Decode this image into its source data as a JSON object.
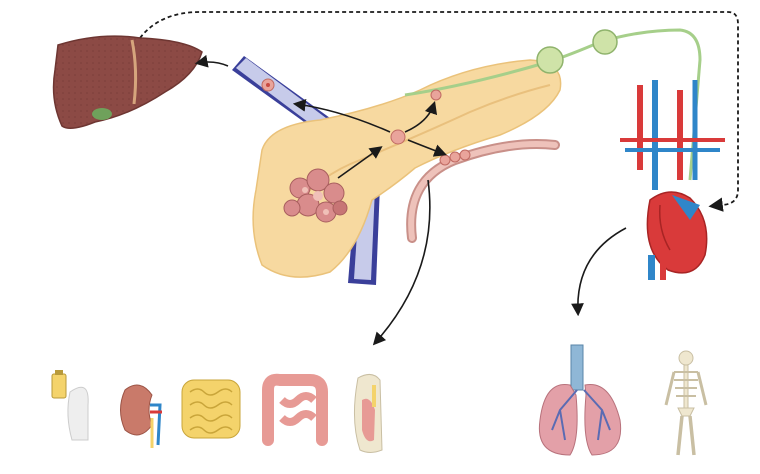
{
  "figure": {
    "title": "",
    "labels": []
  },
  "organs": {
    "primary": [
      "liver",
      "portal-vein",
      "pancreas",
      "pancreatic-tumor",
      "nerve-ganglia",
      "lymphatic-vessel",
      "heart"
    ],
    "metastatic_sites_left": [
      "peritoneum",
      "kidney",
      "small-intestine",
      "large-intestine",
      "abdominal-wall"
    ],
    "metastatic_sites_right": [
      "lungs",
      "skeleton"
    ]
  },
  "colors": {
    "liver": "#8c4a45",
    "pancreas": "#f7d9a0",
    "tumor": "#d98c8c",
    "vein": "#3a3f9a",
    "nerve": "#a6cf8a",
    "lymph": "#e0a9a0",
    "heart": "#d93a3a",
    "artery_blue": "#2f86c9",
    "kidney": "#c97a6a",
    "small_intestine": "#f4d36b",
    "large_intestine": "#e79a95",
    "lung": "#e3a0a8",
    "bone": "#efe7cf",
    "arrow": "#1a1a1a"
  }
}
